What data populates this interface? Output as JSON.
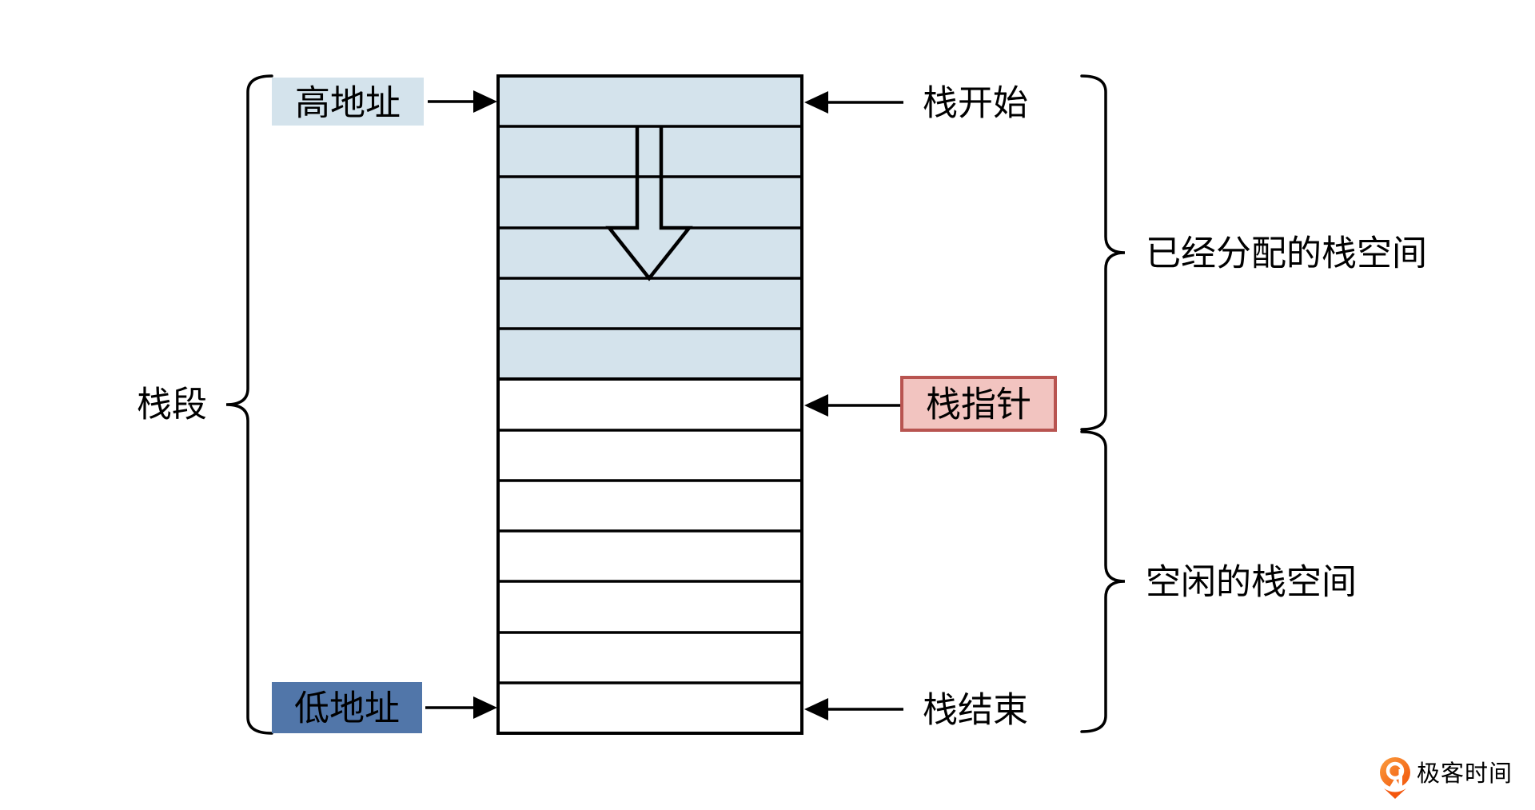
{
  "diagram": {
    "stack": {
      "total_cells": 13,
      "allocated_cells": 6,
      "free_cells": 7
    },
    "labels": {
      "segment": "栈段",
      "high_address": "高地址",
      "low_address": "低地址",
      "stack_start": "栈开始",
      "stack_pointer": "栈指针",
      "stack_end": "栈结束",
      "allocated_space": "已经分配的栈空间",
      "free_space": "空闲的栈空间"
    },
    "colors": {
      "allocated_fill": "#d4e3ec",
      "free_fill": "#ffffff",
      "high_address_fill": "#d4e3ec",
      "low_address_fill": "#5176a9",
      "low_address_text": "#ffffff",
      "pointer_fill": "#f2c4c0",
      "pointer_border": "#b85450",
      "line": "#000000"
    }
  },
  "branding": {
    "logo_text": "极客时间",
    "logo_text_color": "#818181",
    "logo_orange": "#f4560c"
  }
}
